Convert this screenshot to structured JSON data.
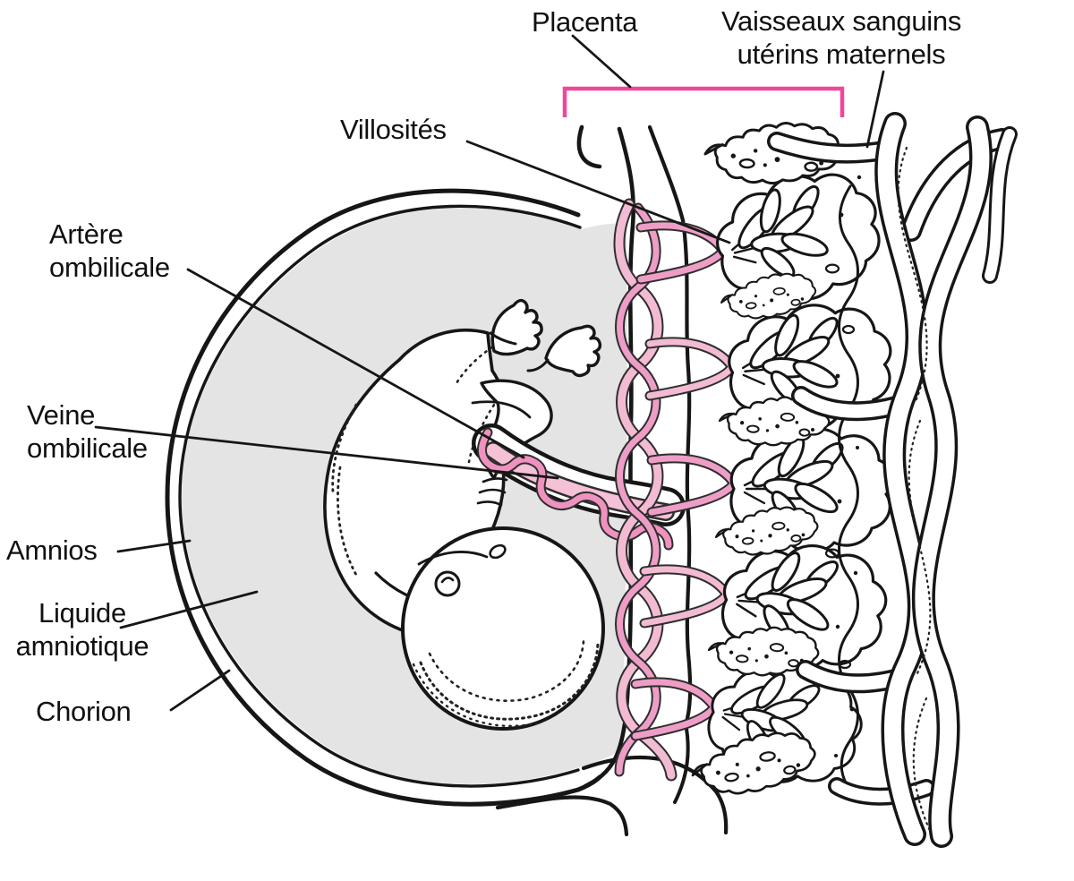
{
  "figure": {
    "labels": {
      "placenta": [
        "Placenta"
      ],
      "maternal_vessels": [
        "Vaisseaux sanguins",
        "utérins maternels"
      ],
      "villosites": [
        "Villosités"
      ],
      "artere_ombilicale": [
        "Artère",
        "ombilicale"
      ],
      "veine_ombilicale": [
        "Veine",
        "ombilicale"
      ],
      "amnios": [
        "Amnios"
      ],
      "liquide_amniotique": [
        "Liquide",
        "amniotique"
      ],
      "chorion": [
        "Chorion"
      ]
    }
  },
  "colors": {
    "bracket_pink": "#f0479c",
    "cord_vein_pink": "#f4c1d7",
    "cord_artery_pink": "#ef92bf",
    "plate_vessel_light": "#f3bbd3",
    "plate_vessel_mid": "#ee9ec6",
    "amniotic_fluid": "#e4e4e4",
    "line_ink": "#161616"
  }
}
